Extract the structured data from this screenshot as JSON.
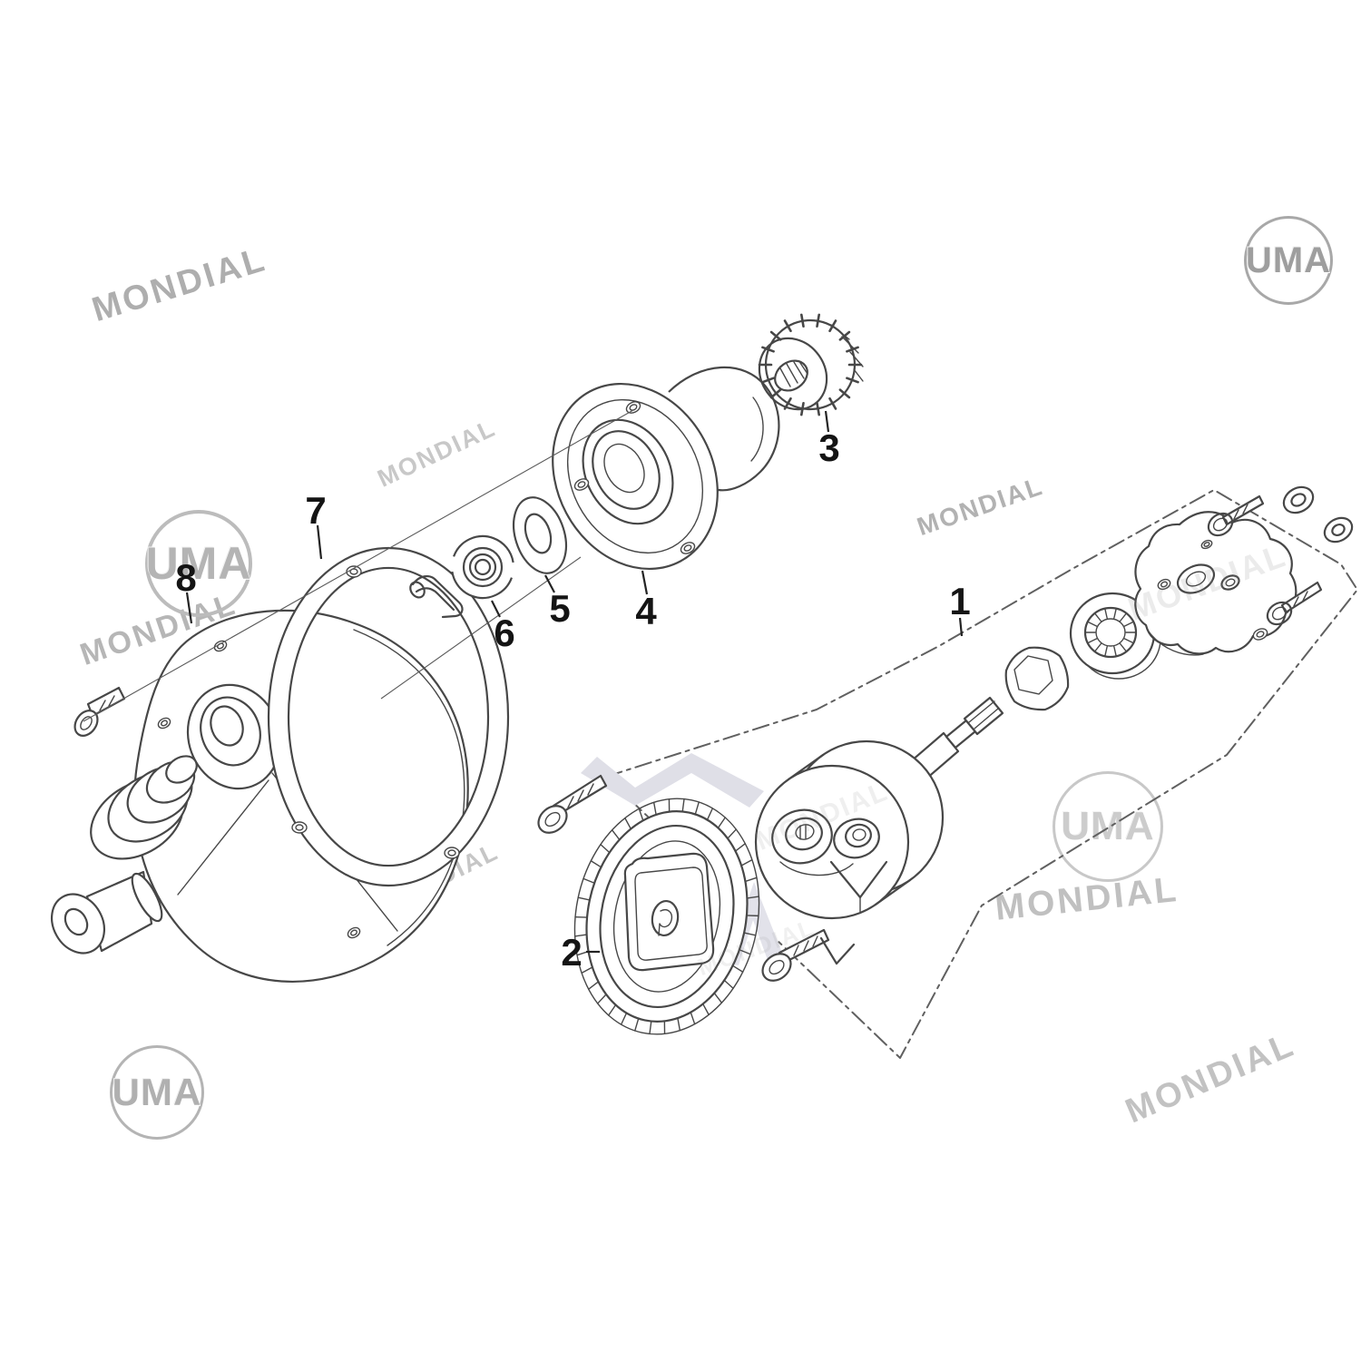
{
  "diagram": {
    "kind": "exploded-parts-diagram",
    "subject": "oil pump assembly",
    "part_labels": [
      {
        "text": "1"
      },
      {
        "text": "2"
      },
      {
        "text": "3"
      },
      {
        "text": "4"
      },
      {
        "text": "5"
      },
      {
        "text": "6"
      },
      {
        "text": "7"
      },
      {
        "text": "8"
      }
    ]
  },
  "watermarks": {
    "mondial_text": "MONDIAL",
    "uma_text": "UMA"
  },
  "colors": {
    "background": "#ffffff",
    "line_art": "#474747",
    "label_text": "#141414",
    "watermark_gray": "#bdbdbd",
    "box_dash": "#606060"
  }
}
